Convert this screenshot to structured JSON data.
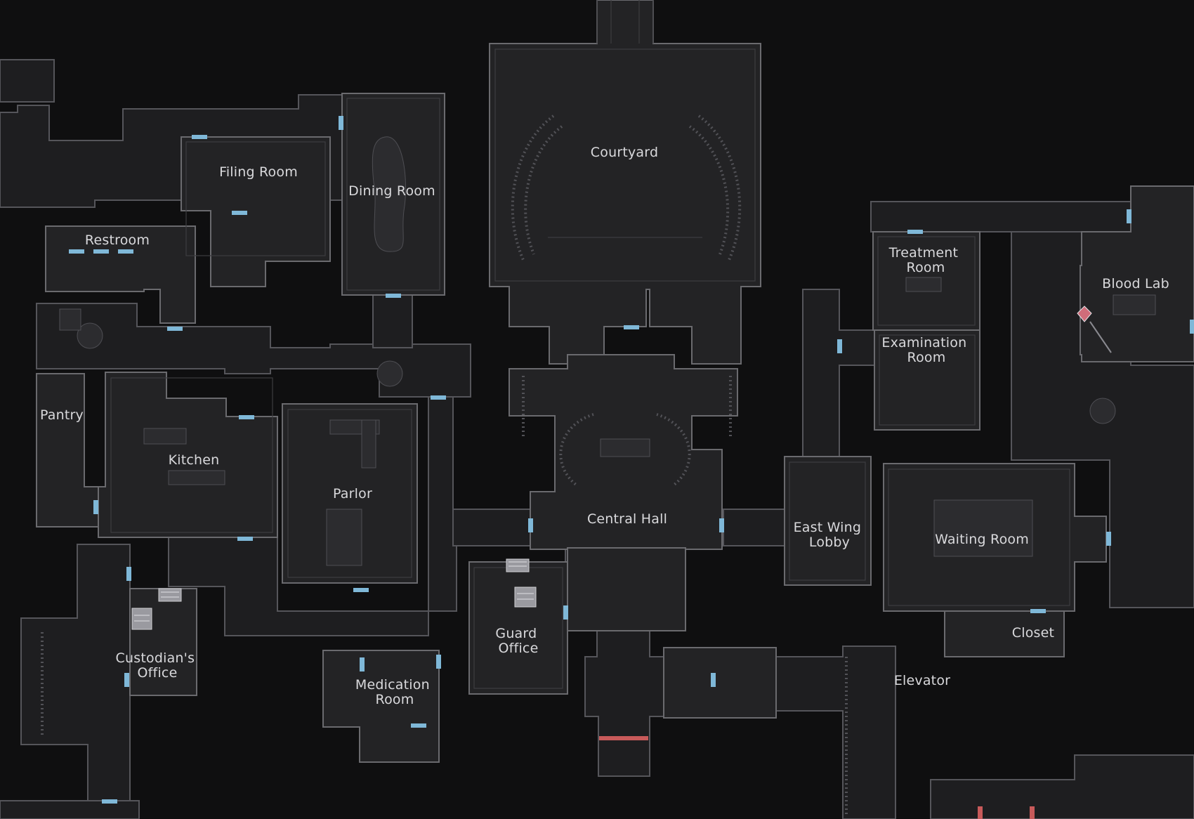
{
  "map": {
    "theme": {
      "background": "#0f0f10",
      "wall": "#6a6a6e",
      "floor": "#232325",
      "door": "#7fb8d8",
      "locked_door": "#c85a5a"
    },
    "rooms": [
      {
        "id": "courtyard",
        "label": "Courtyard"
      },
      {
        "id": "filing-room",
        "label": "Filing Room"
      },
      {
        "id": "dining-room",
        "label": "Dining Room"
      },
      {
        "id": "restroom",
        "label": "Restroom"
      },
      {
        "id": "pantry",
        "label": "Pantry"
      },
      {
        "id": "kitchen",
        "label": "Kitchen"
      },
      {
        "id": "parlor",
        "label": "Parlor"
      },
      {
        "id": "central-hall",
        "label": "Central Hall"
      },
      {
        "id": "treatment-room",
        "label": "Treatment Room",
        "lines": [
          "Treatment",
          "Room"
        ]
      },
      {
        "id": "blood-lab",
        "label": "Blood Lab"
      },
      {
        "id": "examination-room",
        "label": "Examination Room",
        "lines": [
          "Examination",
          "Room"
        ]
      },
      {
        "id": "east-wing-lobby",
        "label": "East Wing Lobby",
        "lines": [
          "East Wing",
          "Lobby"
        ]
      },
      {
        "id": "waiting-room",
        "label": "Waiting Room"
      },
      {
        "id": "closet",
        "label": "Closet"
      },
      {
        "id": "guard-office",
        "label": "Guard Office",
        "lines": [
          "Guard",
          "Office"
        ]
      },
      {
        "id": "custodians-office",
        "label": "Custodian's Office",
        "lines": [
          "Custodian's",
          "Office"
        ]
      },
      {
        "id": "medication-room",
        "label": "Medication Room",
        "lines": [
          "Medication",
          "Room"
        ]
      },
      {
        "id": "elevator",
        "label": "Elevator"
      }
    ],
    "icons": {
      "typewriter": "typewriter-icon",
      "marker": "player-marker-icon"
    }
  }
}
